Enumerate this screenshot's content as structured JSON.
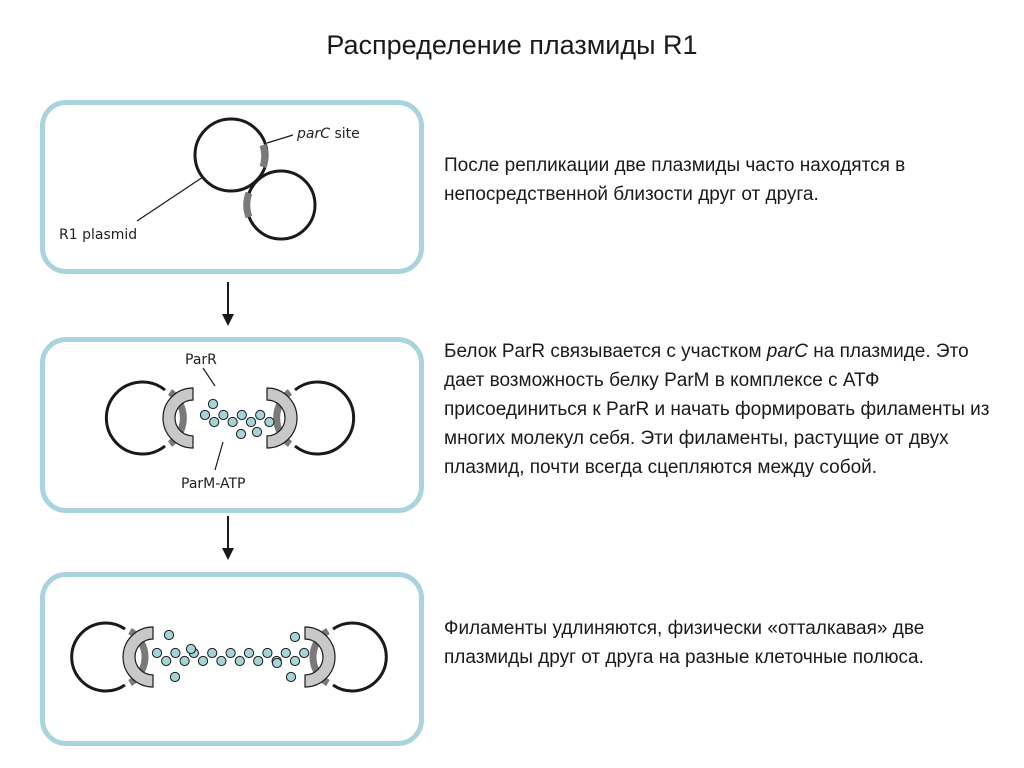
{
  "title": "Распределение плазмиды R1",
  "panel1": {
    "parc_italic": "parC",
    "parc_rest": " site",
    "plasmid_label": "R1 plasmid"
  },
  "panel2": {
    "parr_label": "ParR",
    "parm_label": "ParM-ATP"
  },
  "desc1": "После репликации две плазмиды часто находятся в непосредственной близости друг от друга.",
  "desc2": {
    "before": "Белок ParR связывается с участком ",
    "italic": "parC",
    "after": " на плазмиде. Это дает возможность белку ParM в комплексе с АТФ присоединиться к ParR и начать формировать филаменты из многих молекул себя. Эти филаменты, растущие от двух плазмид, почти всегда сцепляются между собой."
  },
  "desc3": "Филаменты  удлиняются, физически «отталкавая» две плазмиды друг от друга на разные клеточные полюса.",
  "colors": {
    "panel_border": "#a9d4de",
    "parc": "#7a7a7a",
    "parr": "#c8c8c8",
    "parm": "#a6d3d8"
  }
}
